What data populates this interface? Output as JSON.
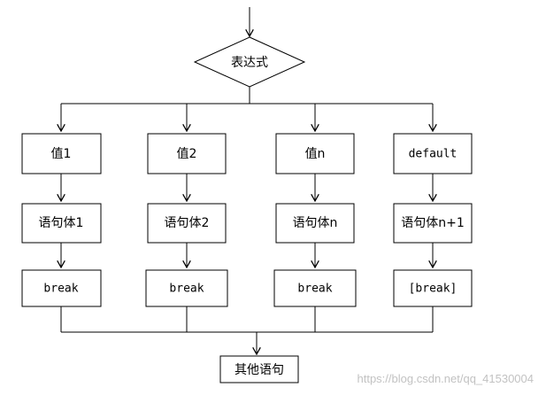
{
  "diagram": {
    "expression_label": "表达式",
    "columns": [
      {
        "value_label": "值1",
        "body_label": "语句体1",
        "break_label": "break"
      },
      {
        "value_label": "值2",
        "body_label": "语句体2",
        "break_label": "break"
      },
      {
        "value_label": "值n",
        "body_label": "语句体n",
        "break_label": "break"
      },
      {
        "value_label": "default",
        "body_label": "语句体n+1",
        "break_label": "[break]"
      }
    ],
    "other_statement_label": "其他语句"
  },
  "watermark": "https://blog.csdn.net/qq_41530004"
}
